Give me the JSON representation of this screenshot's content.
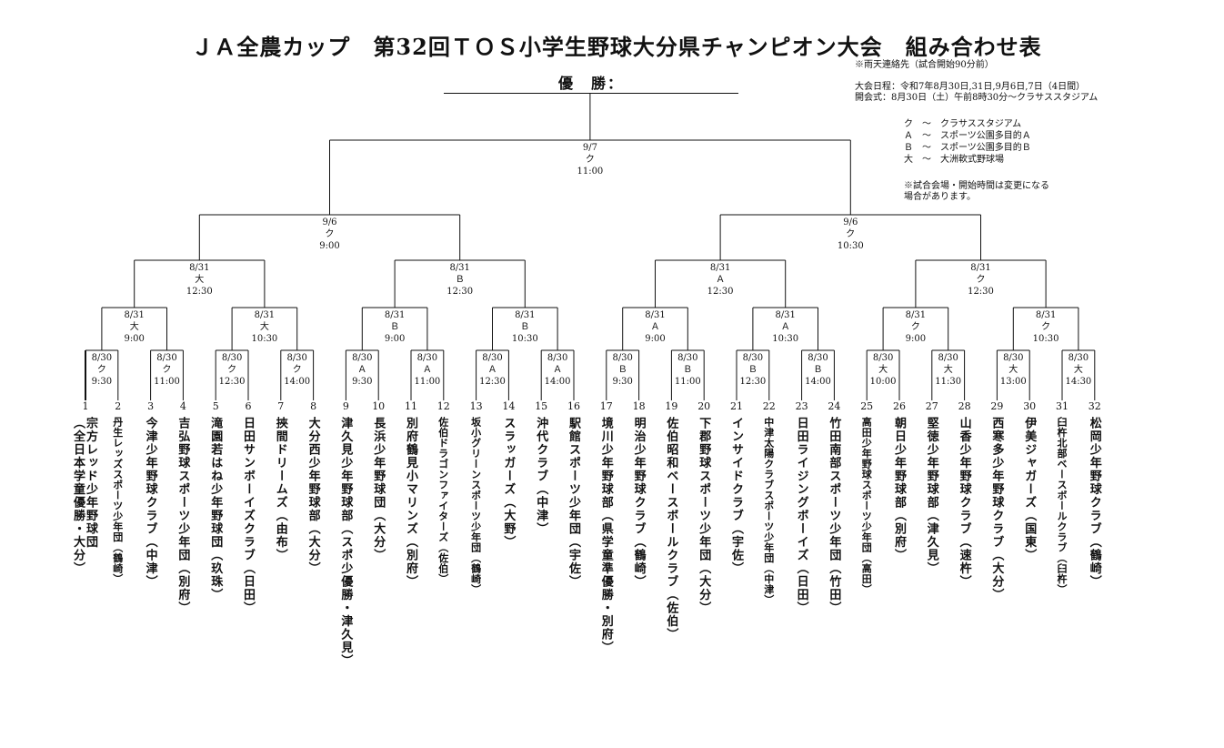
{
  "title": "ＪＡ全農カップ　第32回ＴＯＳ小学生野球大分県チャンピオン大会　組み合わせ表",
  "notes": {
    "rain_contact": "※雨天連絡先（試合開始90分前）",
    "schedule": "大会日程：令和7年8月30日,31日,9月6日,7日（4日間）",
    "opening": "開会式：8月30日（土）午前8時30分～クラサススタジアム",
    "legend": [
      "ク　～　クラサススタジアム",
      "Ａ　～　スポーツ公園多目的Ａ",
      "Ｂ　～　スポーツ公園多目的Ｂ",
      "大　～　大洲軟式野球場"
    ],
    "change_1": "※試合会場・開始時間は変更になる",
    "change_2": "場合があります。"
  },
  "champion_label": "優　勝：",
  "matches": {
    "final": {
      "date": "9/7",
      "venue": "ク",
      "time": "11:00"
    },
    "semi": [
      {
        "date": "9/6",
        "venue": "ク",
        "time": "9:00"
      },
      {
        "date": "9/6",
        "venue": "ク",
        "time": "10:30"
      }
    ],
    "quarter": [
      {
        "date": "8/31",
        "venue": "大",
        "time": "12:30"
      },
      {
        "date": "8/31",
        "venue": "Ｂ",
        "time": "12:30"
      },
      {
        "date": "8/31",
        "venue": "Ａ",
        "time": "12:30"
      },
      {
        "date": "8/31",
        "venue": "ク",
        "time": "12:30"
      }
    ],
    "r16": [
      {
        "date": "8/31",
        "venue": "大",
        "time": "9:00"
      },
      {
        "date": "8/31",
        "venue": "大",
        "time": "10:30"
      },
      {
        "date": "8/31",
        "venue": "Ｂ",
        "time": "9:00"
      },
      {
        "date": "8/31",
        "venue": "Ｂ",
        "time": "10:30"
      },
      {
        "date": "8/31",
        "venue": "Ａ",
        "time": "9:00"
      },
      {
        "date": "8/31",
        "venue": "Ａ",
        "time": "10:30"
      },
      {
        "date": "8/31",
        "venue": "ク",
        "time": "9:00"
      },
      {
        "date": "8/31",
        "venue": "ク",
        "time": "10:30"
      }
    ],
    "r32": [
      {
        "date": "8/30",
        "venue": "ク",
        "time": "9:30"
      },
      {
        "date": "8/30",
        "venue": "ク",
        "time": "11:00"
      },
      {
        "date": "8/30",
        "venue": "ク",
        "time": "12:30"
      },
      {
        "date": "8/30",
        "venue": "ク",
        "time": "14:00"
      },
      {
        "date": "8/30",
        "venue": "Ａ",
        "time": "9:30"
      },
      {
        "date": "8/30",
        "venue": "Ａ",
        "time": "11:00"
      },
      {
        "date": "8/30",
        "venue": "Ａ",
        "time": "12:30"
      },
      {
        "date": "8/30",
        "venue": "Ａ",
        "time": "14:00"
      },
      {
        "date": "8/30",
        "venue": "Ｂ",
        "time": "9:30"
      },
      {
        "date": "8/30",
        "venue": "Ｂ",
        "time": "11:00"
      },
      {
        "date": "8/30",
        "venue": "Ｂ",
        "time": "12:30"
      },
      {
        "date": "8/30",
        "venue": "Ｂ",
        "time": "14:00"
      },
      {
        "date": "8/30",
        "venue": "大",
        "time": "10:00"
      },
      {
        "date": "8/30",
        "venue": "大",
        "time": "11:30"
      },
      {
        "date": "8/30",
        "venue": "大",
        "time": "13:00"
      },
      {
        "date": "8/30",
        "venue": "大",
        "time": "14:30"
      }
    ]
  },
  "teams": [
    {
      "no": "1",
      "name": "宗方レッド少年野球団",
      "name2": "（全日本学童優勝・大分）"
    },
    {
      "no": "2",
      "name": "丹生レッズスポーツ少年団（鶴崎）",
      "small": true
    },
    {
      "no": "3",
      "name": "今津少年野球クラブ（中津）"
    },
    {
      "no": "4",
      "name": "吉弘野球スポーツ少年団（別府）"
    },
    {
      "no": "5",
      "name": "滝園若はね少年野球団（玖珠）"
    },
    {
      "no": "6",
      "name": "日田サンボーイズクラブ（日田）"
    },
    {
      "no": "7",
      "name": "挾間ドリームズ（由布）"
    },
    {
      "no": "8",
      "name": "大分西少年野球部（大分）"
    },
    {
      "no": "9",
      "name": "津久見少年野球部（スポ少優勝・津久見）"
    },
    {
      "no": "10",
      "name": "長浜少年野球団（大分）"
    },
    {
      "no": "11",
      "name": "別府鶴見小マリンズ（別府）"
    },
    {
      "no": "12",
      "name": "佐伯ドラゴンファイターズ（佐伯）",
      "small": true
    },
    {
      "no": "13",
      "name": "坂小グリーンスポーツ少年団（鶴崎）",
      "small": true
    },
    {
      "no": "14",
      "name": "スラッガーズ（大野）"
    },
    {
      "no": "15",
      "name": "沖代クラブ（中津）"
    },
    {
      "no": "16",
      "name": "駅館スポーツ少年団（宇佐）"
    },
    {
      "no": "17",
      "name": "境川少年野球部（県学童準優勝・別府）"
    },
    {
      "no": "18",
      "name": "明治少年野球クラブ（鶴崎）"
    },
    {
      "no": "19",
      "name": "佐伯昭和ベースボールクラブ（佐伯）"
    },
    {
      "no": "20",
      "name": "下郡野球スポーツ少年団（大分）"
    },
    {
      "no": "21",
      "name": "インサイドクラブ（宇佐）"
    },
    {
      "no": "22",
      "name": "中津太陽クラブスポーツ少年団（中津）",
      "small": true
    },
    {
      "no": "23",
      "name": "日田ライジングボーイズ（日田）"
    },
    {
      "no": "24",
      "name": "竹田南部スポーツ少年団（竹田）"
    },
    {
      "no": "25",
      "name": "高田少年野球スポーツ少年団（高田）",
      "small": true
    },
    {
      "no": "26",
      "name": "朝日少年野球部（別府）"
    },
    {
      "no": "27",
      "name": "堅徳少年野球部（津久見）"
    },
    {
      "no": "28",
      "name": "山香少年野球クラブ（速杵）"
    },
    {
      "no": "29",
      "name": "西寒多少年野球クラブ（大分）"
    },
    {
      "no": "30",
      "name": "伊美ジャガーズ（国東）"
    },
    {
      "no": "31",
      "name": "臼杵北部ベースボールクラブ（臼杵）",
      "small": true
    },
    {
      "no": "32",
      "name": "松岡少年野球クラブ（鶴崎）"
    }
  ]
}
